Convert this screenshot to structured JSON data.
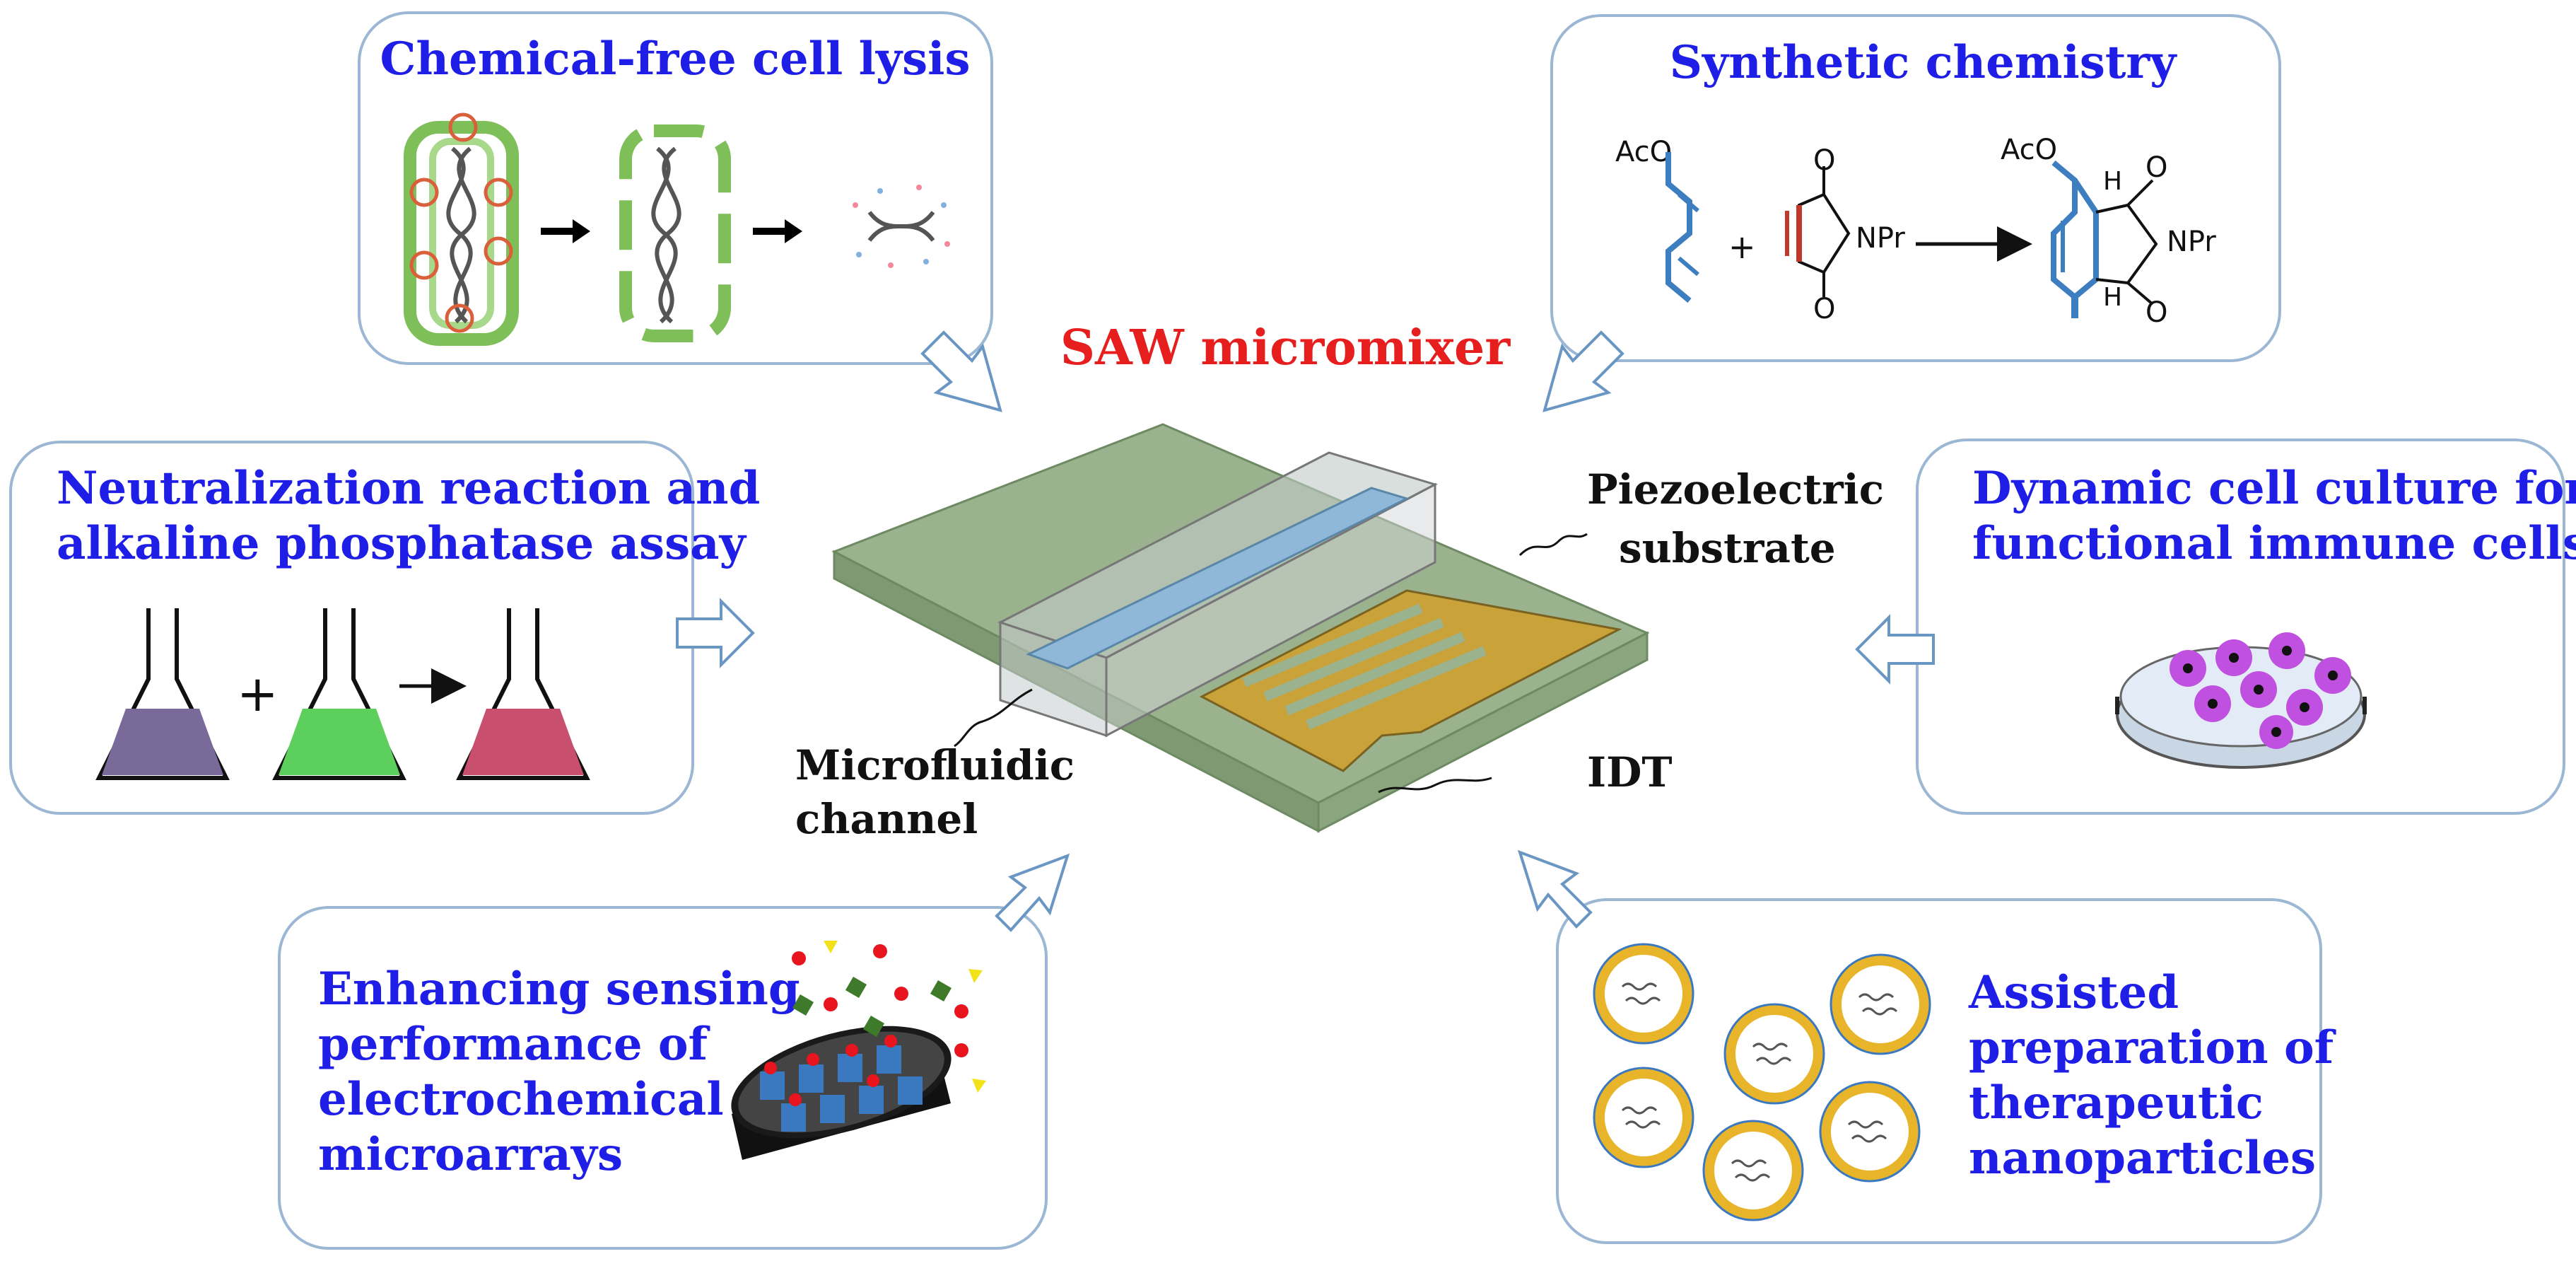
{
  "center": {
    "title": "SAW micromixer",
    "labels": {
      "piezo_line1": "Piezoelectric",
      "piezo_line2": "substrate",
      "channel_line1": "Microfluidic",
      "channel_line2": "channel",
      "idt": "IDT"
    }
  },
  "panels": {
    "lysis": {
      "title": "Chemical-free cell lysis"
    },
    "synthetic": {
      "title": "Synthetic chemistry",
      "chem": {
        "aco_left": "AcO",
        "aco_right": "AcO",
        "plus": "+",
        "o": "O",
        "npr": "NPr",
        "h": "H"
      }
    },
    "neutralization": {
      "title_line1": "Neutralization  reaction  and",
      "title_line2": "alkaline phosphatase assay",
      "plus": "+"
    },
    "culture": {
      "title_line1": "Dynamic cell culture for",
      "title_line2": "functional immune cells"
    },
    "sensing": {
      "title_line1": "Enhancing sensing",
      "title_line2": "performance of",
      "title_line3": "electrochemical",
      "title_line4": "microarrays"
    },
    "nanoparticles": {
      "title_line1": "Assisted",
      "title_line2": "preparation  of",
      "title_line3": "therapeutic",
      "title_line4": "nanoparticles"
    }
  },
  "colors": {
    "panel_border": "#9bb7d4",
    "title_blue": "#1e1ee6",
    "title_red": "#e61e1e",
    "substrate": "#9bb28f",
    "idt_gold": "#c9a23a",
    "channel_blue": "#8fb7d8",
    "flask_purple": "#7a6a9a",
    "flask_green": "#5ccf5c",
    "flask_red": "#c8506e",
    "cell_magenta": "#c050e0",
    "nanoparticle_gold": "#e8b52a"
  }
}
